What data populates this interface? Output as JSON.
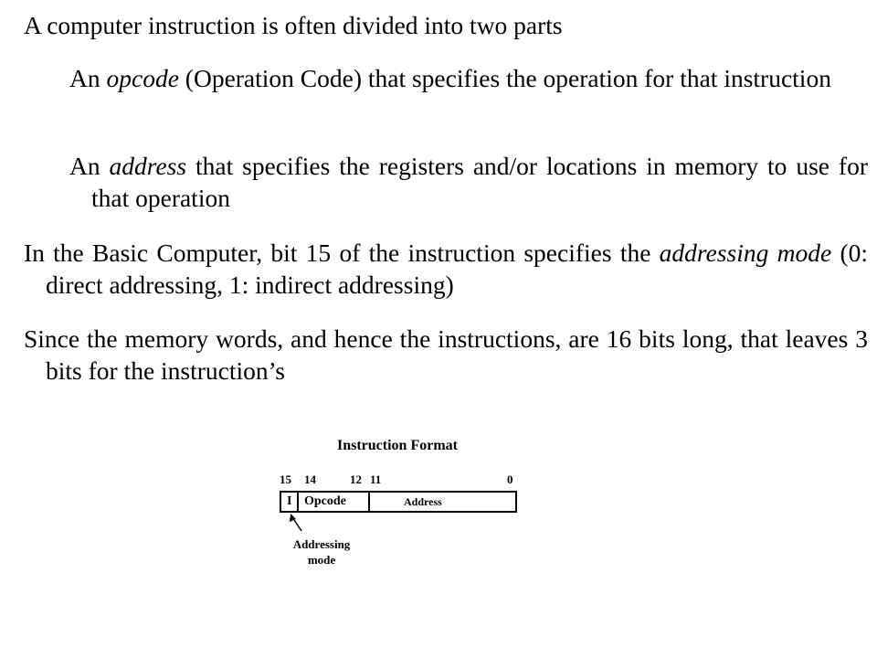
{
  "paragraphs": {
    "p1": "A computer instruction is often divided into two parts",
    "p2_before": "An ",
    "p2_em": "opcode",
    "p2_after": " (Operation Code) that specifies the operation for that instruction",
    "p3_before": "An ",
    "p3_em": "address",
    "p3_after": " that specifies the registers and/or locations in memory to use for that operation",
    "p4_before": "In the Basic Computer, bit 15 of the instruction specifies the ",
    "p4_em": "addressing mode",
    "p4_after": " (0: direct addressing,  1: indirect addressing)",
    "p5": "Since the memory words, and hence the instructions, are 16 bits long, that leaves 3 bits for the instruction’s"
  },
  "diagram": {
    "title": "Instruction Format",
    "bits": [
      "15",
      "14",
      "12",
      "11",
      "0"
    ],
    "fields": {
      "mode": "I",
      "opcode": "Opcode",
      "address": "Address"
    },
    "mode_label_line1": "Addressing",
    "mode_label_line2": "mode"
  }
}
